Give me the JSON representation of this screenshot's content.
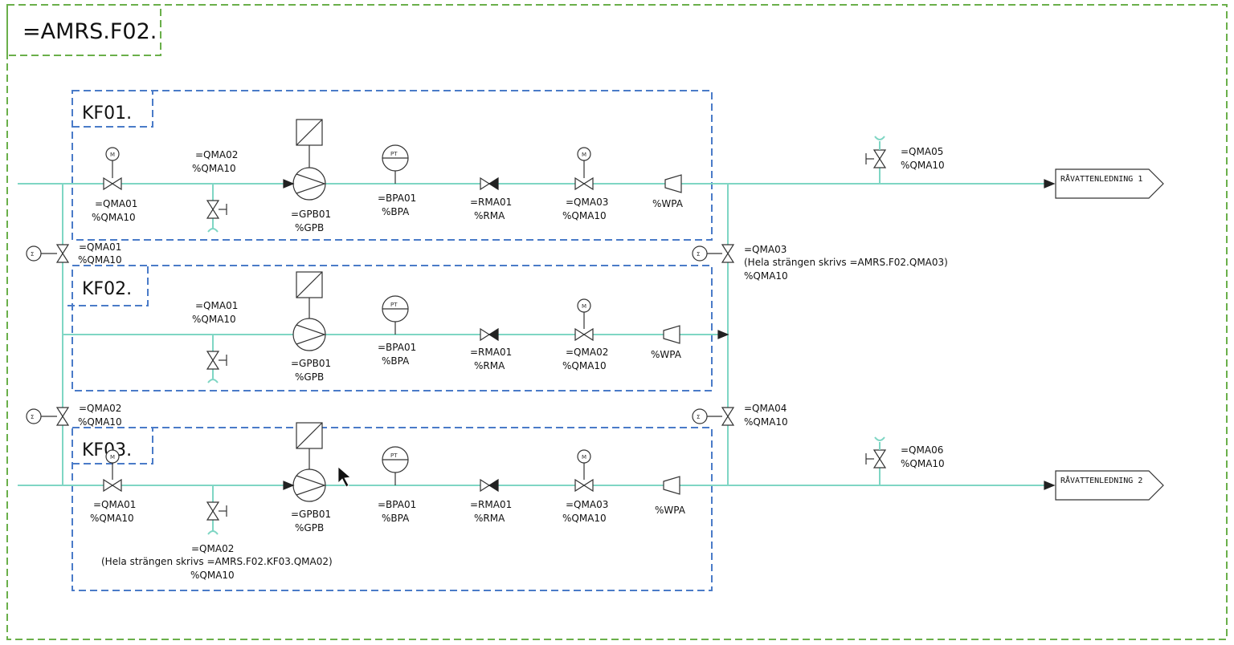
{
  "system_title": "=AMRS.F02.",
  "groups": [
    {
      "title": "KF01."
    },
    {
      "title": "KF02."
    },
    {
      "title": "KF03."
    }
  ],
  "labels": {
    "kf01_qma01": [
      "=QMA01",
      "%QMA10"
    ],
    "kf01_qma02": [
      "=QMA02",
      "%QMA10"
    ],
    "kf01_gpb01": [
      "=GPB01",
      "%GPB"
    ],
    "kf01_bpa01": [
      "=BPA01",
      "%BPA"
    ],
    "kf01_rma01": [
      "=RMA01",
      "%RMA"
    ],
    "kf01_qma03": [
      "=QMA03",
      "%QMA10"
    ],
    "kf01_wpa": "%WPA",
    "left_qma01": [
      "=QMA01",
      "%QMA10"
    ],
    "left_qma02": [
      "=QMA02",
      "%QMA10"
    ],
    "kf02_qma01": [
      "=QMA01",
      "%QMA10"
    ],
    "kf02_gpb01": [
      "=GPB01",
      "%GPB"
    ],
    "kf02_bpa01": [
      "=BPA01",
      "%BPA"
    ],
    "kf02_rma01": [
      "=RMA01",
      "%RMA"
    ],
    "kf02_qma02": [
      "=QMA02",
      "%QMA10"
    ],
    "kf02_wpa": "%WPA",
    "kf03_qma01": [
      "=QMA01",
      "%QMA10"
    ],
    "kf03_gpb01": [
      "=GPB01",
      "%GPB"
    ],
    "kf03_bpa01": [
      "=BPA01",
      "%BPA"
    ],
    "kf03_rma01": [
      "=RMA01",
      "%RMA"
    ],
    "kf03_qma03": [
      "=QMA03",
      "%QMA10"
    ],
    "kf03_wpa": "%WPA",
    "kf03_qma02": [
      "=QMA02",
      "(Hela strängen skrivs =AMRS.F02.KF03.QMA02)",
      "%QMA10"
    ],
    "right_qma03": [
      "=QMA03",
      "(Hela strängen skrivs =AMRS.F02.QMA03)",
      "%QMA10"
    ],
    "right_qma04": [
      "=QMA04",
      "%QMA10"
    ],
    "top_qma05": [
      "=QMA05",
      "%QMA10"
    ],
    "bot_qma06": [
      "=QMA06",
      "%QMA10"
    ]
  },
  "connectors": {
    "out1": "RÅVATTENLEDNING 1",
    "out2": "RÅVATTENLEDNING 2"
  },
  "symbol_letters": {
    "motor": "M",
    "pressure": "PT",
    "manual": "Σ"
  },
  "colors": {
    "outer_border": "#6aaf4a",
    "group_border": "#4a7bc8",
    "pipe": "#7fd6c4"
  }
}
